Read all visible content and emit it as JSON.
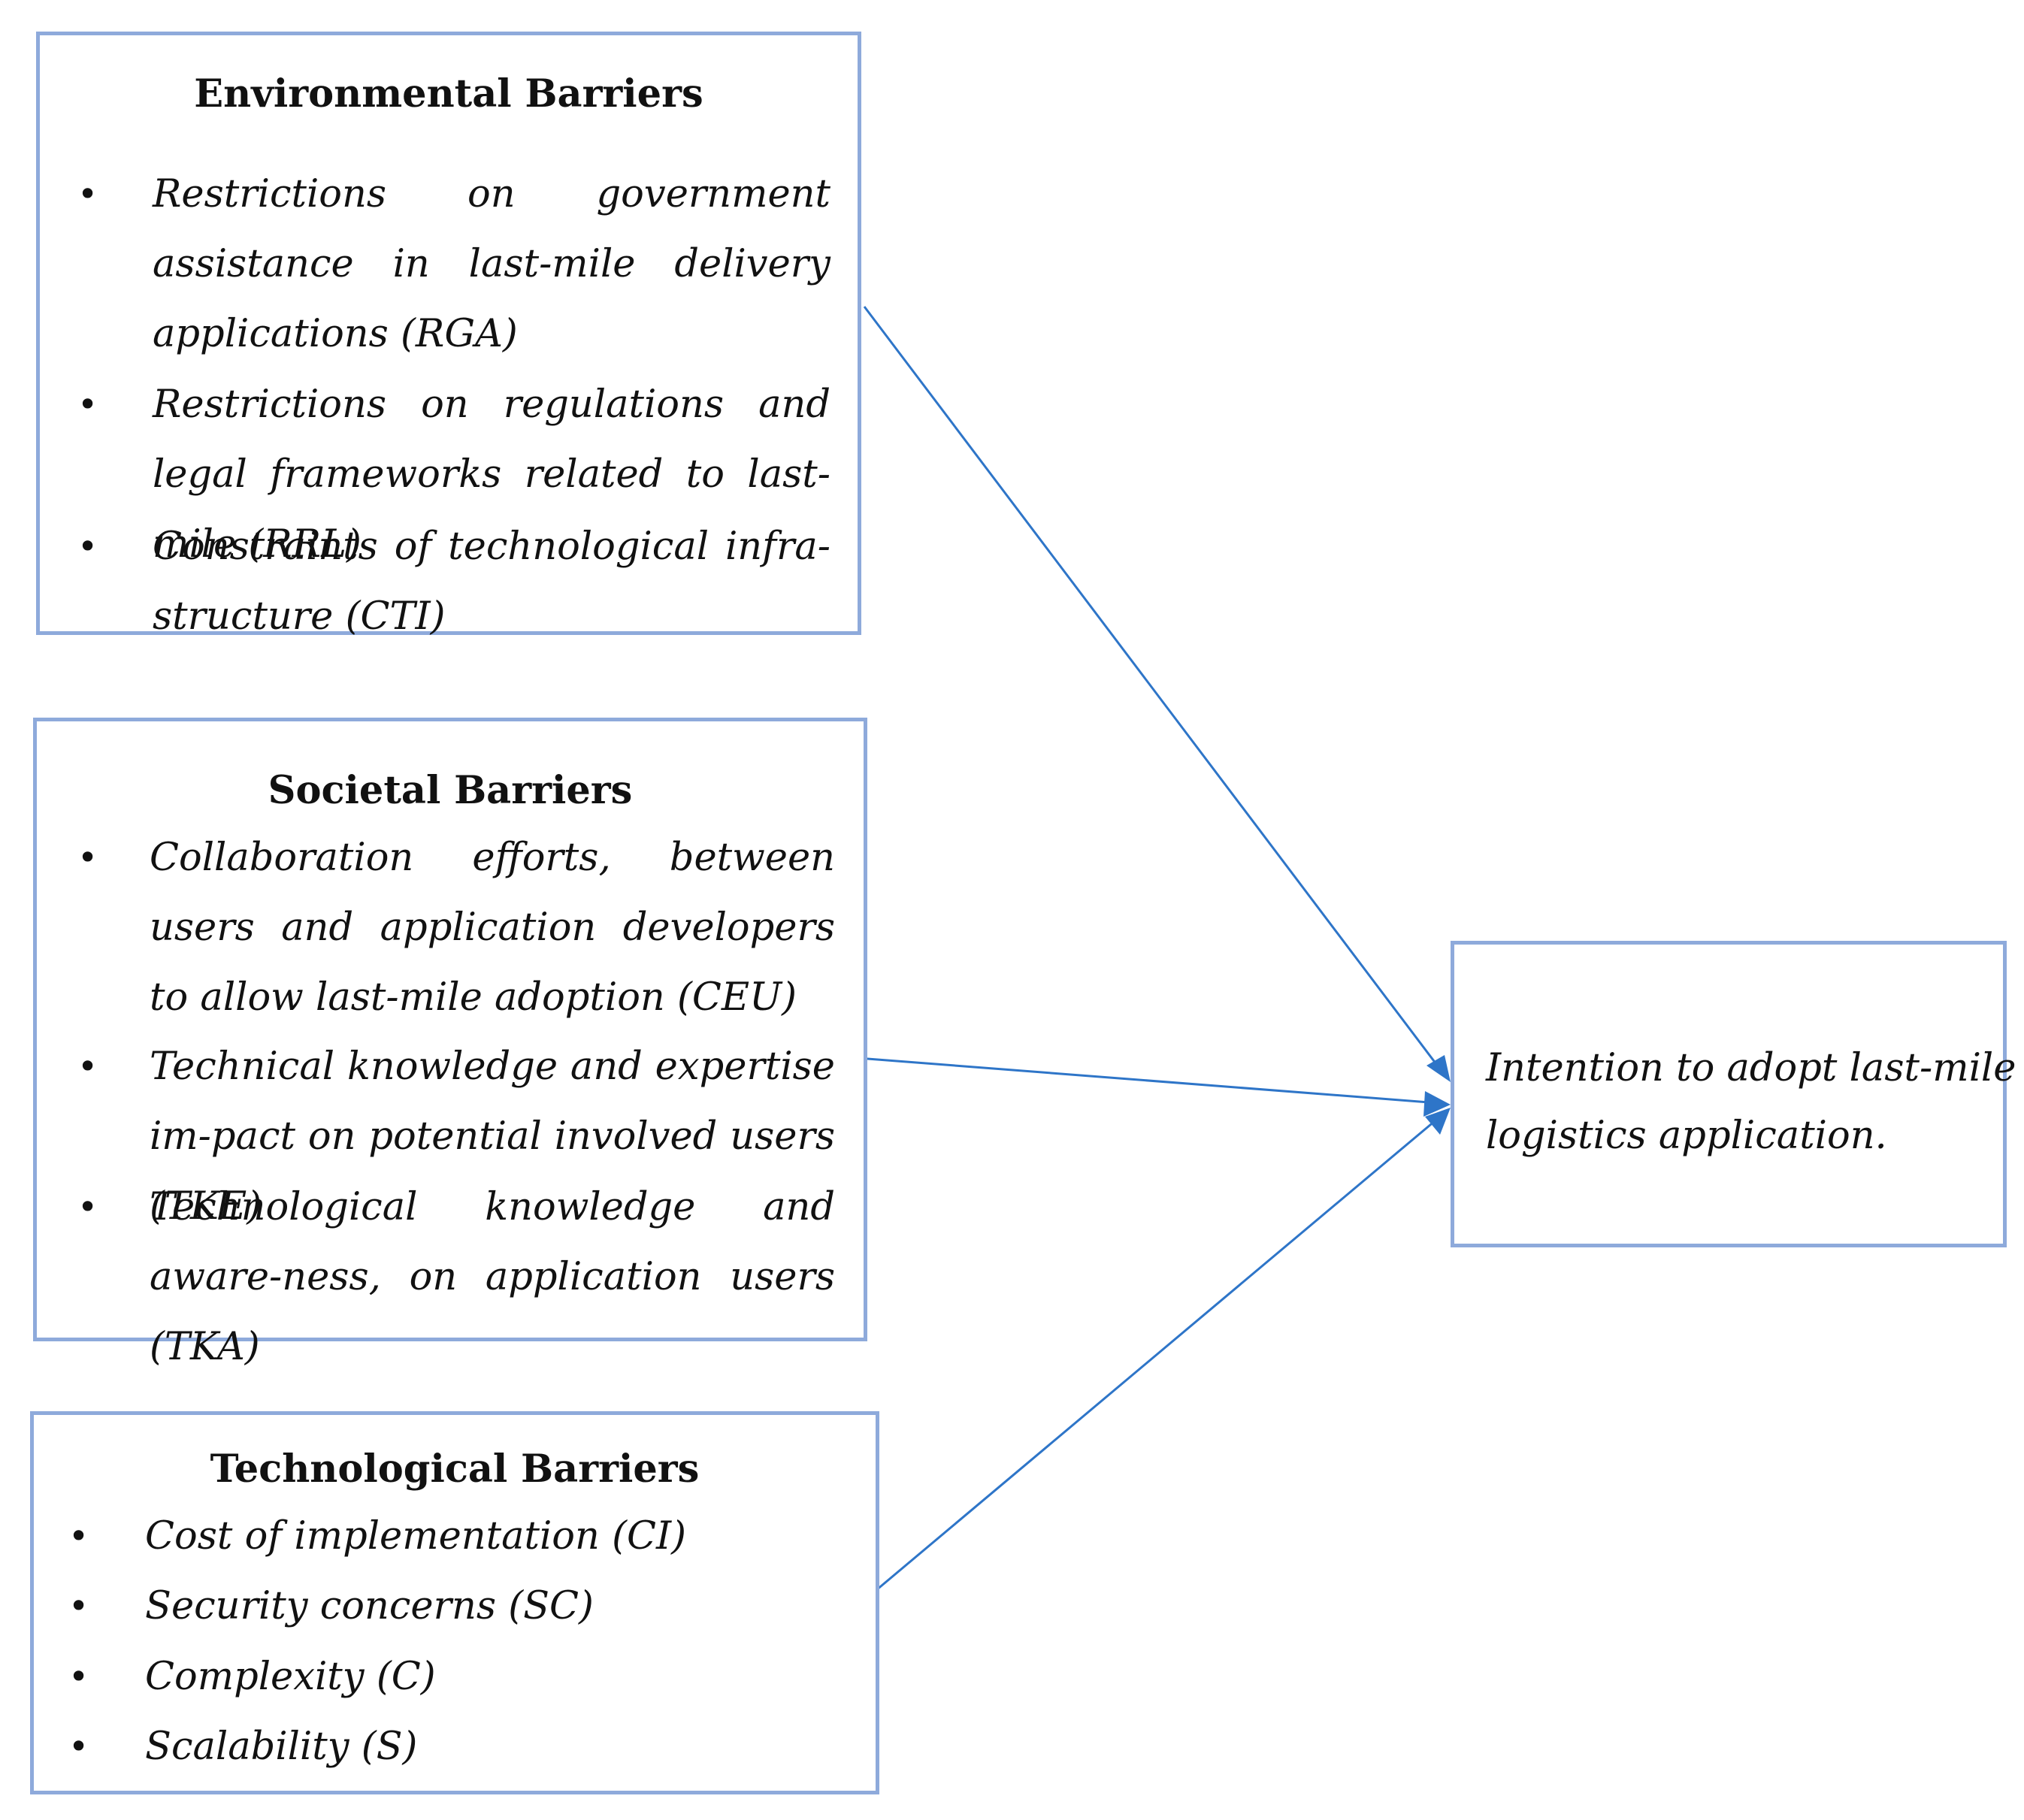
{
  "env": {
    "title": "Environmental Barriers",
    "items": [
      "Restrictions on government assistance in last-mile delivery applications (RGA)",
      "Restrictions on regulations and legal frameworks related to last-mile (RRL)",
      "Constraints of technological infra-structure (CTI)"
    ]
  },
  "soc": {
    "title": "Societal Barriers",
    "items": [
      "Collaboration efforts, between users and application developers to allow last-mile adoption (CEU)",
      "Technical knowledge and expertise im-pact on potential involved users (TKE)",
      "Technological knowledge and aware-ness, on application users (TKA)"
    ]
  },
  "tech": {
    "title": "Technological Barriers",
    "items": [
      "Cost of implementation (CI)",
      "Security concerns (SC)",
      "Complexity (C)",
      "Scalability (S)"
    ]
  },
  "target": {
    "line1": "Intention to adopt last-mile",
    "line2": "logistics application."
  },
  "colors": {
    "box_border": "#8eaadb",
    "arrow": "#2e75c8"
  }
}
